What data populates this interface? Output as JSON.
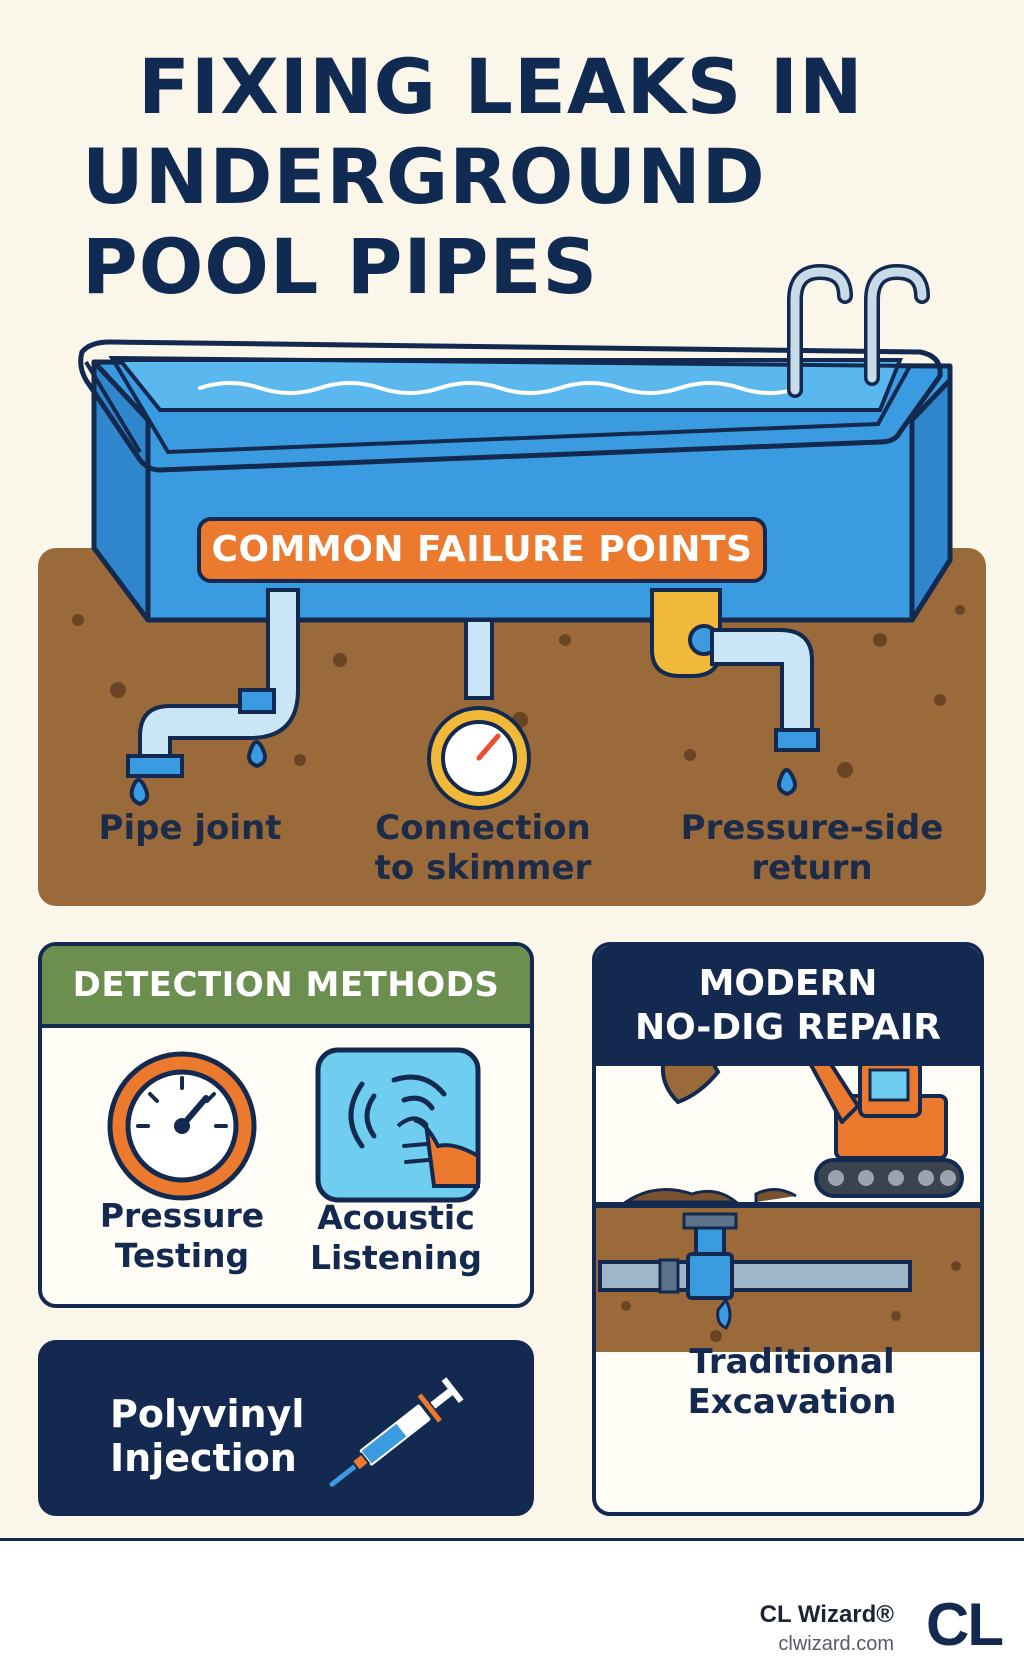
{
  "title": {
    "line1": "FIXING LEAKS IN",
    "line2": "UNDERGROUND",
    "line3": "POOL PIPES"
  },
  "failure": {
    "heading": "COMMON FAILURE POINTS",
    "points": [
      {
        "label_line1": "Pipe joint",
        "label_line2": ""
      },
      {
        "label_line1": "Connection",
        "label_line2": "to skimmer"
      },
      {
        "label_line1": "Pressure-side",
        "label_line2": "return"
      }
    ]
  },
  "detection": {
    "heading": "DETECTION METHODS",
    "methods": [
      {
        "line1": "Pressure",
        "line2": "Testing",
        "icon": "pressure-gauge-icon"
      },
      {
        "line1": "Acoustic",
        "line2": "Listening",
        "icon": "acoustic-listening-icon"
      }
    ]
  },
  "injection": {
    "line1": "Polyvinyl",
    "line2": "Injection",
    "icon": "syringe-icon"
  },
  "repair": {
    "heading_line1": "MODERN",
    "heading_line2": "NO-DIG REPAIR",
    "caption_line1": "Traditional",
    "caption_line2": "Excavation",
    "icon": "excavator-icon"
  },
  "footer": {
    "brand": "CL Wizard®",
    "url": "clwizard.com",
    "logo": "CL"
  },
  "colors": {
    "navy": "#13294f",
    "pool_blue": "#3b9be0",
    "soil": "#9b6a3b",
    "orange": "#ec7a2e",
    "green": "#6c8e4f",
    "yellow": "#f1b93a",
    "cream": "#fbf6ea"
  }
}
